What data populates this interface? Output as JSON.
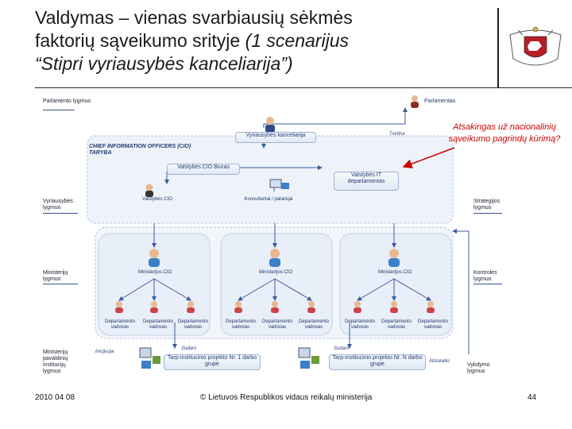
{
  "title": {
    "line1": "Valdymas – vienas svarbiausių sėkmės",
    "line2": "faktorių sąveikumo srityje",
    "line2_italic": "(1 scenarijus",
    "line3": "“Stipri vyriausybės kanceliarija”)"
  },
  "callout": "Atsakingas už nacionalinių sąveikumo pagrindų kūrimą?",
  "levels": {
    "parliament": "Parlamento lygmuo",
    "government": "Vyriausybės lygmuo",
    "ministry": "Ministerijų lygmuo",
    "subordinate": "Ministerijų pavaldinių institucijų lygmuo",
    "strategic": "Strategijos lygmuo",
    "control": "Kontrolės lygmuo",
    "execution": "Vykdymo lygmuo"
  },
  "nodes": {
    "parliament": "Parlamentas",
    "govt_office": "Vyriausybės kanceliarija",
    "cio_council": "CHIEF INFORMATION OFFICERS (CIO) TARYBA",
    "cio_bureau": "Valstybės CIO Biuras",
    "it_departments": "Valstybės IT departamentas",
    "state_cio": "Valstybės CIO",
    "consultant": "Konsultantai / patarėjai",
    "ministry_cio": "Ministerijos CIO",
    "dept_head": "Departamento vadovas",
    "project_group_1": "Tarp-institucinio projekto Nr. 1 darbo grupė",
    "project_group_n": "Tarp-institucinio projekto Nr. N darbo grupė",
    "forms": "Sudaro",
    "initiates": "Inicijuoja",
    "reports": "Atsiskaito",
    "approves": "Tvirtina"
  },
  "footer": {
    "date": "2010 04 08",
    "org": "© Lietuvos Respublikos vidaus reikalų ministerija",
    "page": "44"
  },
  "colors": {
    "callout": "#cc0000",
    "arrow_red": "#cc0000",
    "diagram_blue": "#3a5a9c",
    "crest_red": "#b81d24"
  }
}
